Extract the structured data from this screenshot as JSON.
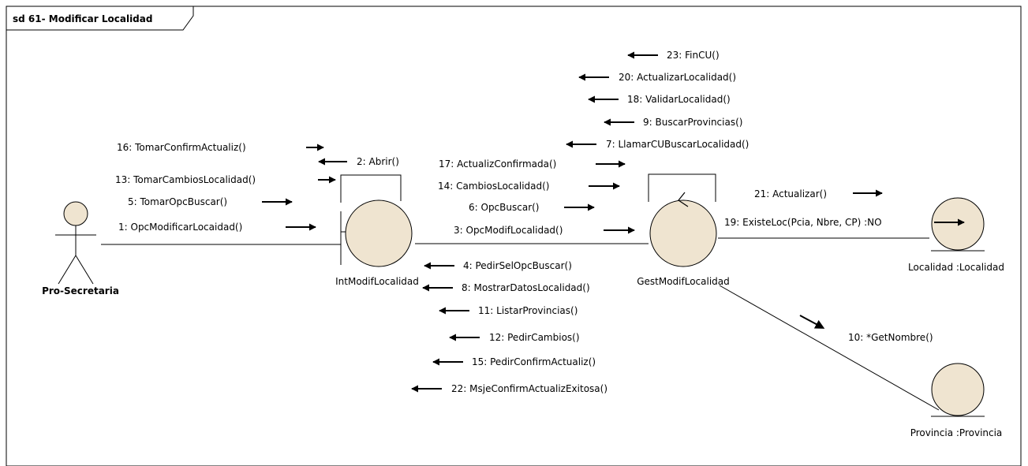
{
  "diagram": {
    "title": "sd 61- Modificar Localidad",
    "colors": {
      "fill": "#efe4d0",
      "stroke": "#000000",
      "background": "#ffffff"
    },
    "participants": [
      {
        "id": "actor",
        "kind": "actor",
        "label": "Pro-Secretaria"
      },
      {
        "id": "intmodif",
        "kind": "boundary",
        "label": "IntModifLocalidad"
      },
      {
        "id": "gestmodif",
        "kind": "control",
        "label": "GestModifLocalidad"
      },
      {
        "id": "localidad",
        "kind": "entity",
        "label": "Localidad :Localidad"
      },
      {
        "id": "provincia",
        "kind": "entity",
        "label": "Provincia :Provincia"
      }
    ],
    "messages": [
      {
        "text": "16: TomarConfirmActualiz()",
        "direction": "right"
      },
      {
        "text": "13: TomarCambiosLocalidad()",
        "direction": "right"
      },
      {
        "text": "5: TomarOpcBuscar()",
        "direction": "right"
      },
      {
        "text": "1: OpcModificarLocaidad()",
        "direction": "right"
      },
      {
        "text": "2: Abrir()",
        "direction": "left"
      },
      {
        "text": "23: FinCU()",
        "direction": "left"
      },
      {
        "text": "20: ActualizarLocalidad()",
        "direction": "left"
      },
      {
        "text": "18: ValidarLocalidad()",
        "direction": "left"
      },
      {
        "text": "9: BuscarProvincias()",
        "direction": "left"
      },
      {
        "text": "7: LlamarCUBuscarLocalidad()",
        "direction": "left"
      },
      {
        "text": "17: ActualizConfirmada()",
        "direction": "right"
      },
      {
        "text": "14: CambiosLocalidad()",
        "direction": "right"
      },
      {
        "text": "6: OpcBuscar()",
        "direction": "right"
      },
      {
        "text": "3: OpcModifLocalidad()",
        "direction": "right"
      },
      {
        "text": "4: PedirSelOpcBuscar()",
        "direction": "left"
      },
      {
        "text": "8: MostrarDatosLocalidad()",
        "direction": "left"
      },
      {
        "text": "11: ListarProvincias()",
        "direction": "left"
      },
      {
        "text": "12: PedirCambios()",
        "direction": "left"
      },
      {
        "text": "15: PedirConfirmActualiz()",
        "direction": "left"
      },
      {
        "text": "22: MsjeConfirmActualizExitosa()",
        "direction": "left"
      },
      {
        "text": "21: Actualizar()",
        "direction": "right"
      },
      {
        "text": "19: ExisteLoc(Pcia, Nbre, CP) :NO",
        "direction": "right"
      },
      {
        "text": "10: *GetNombre()",
        "direction": "down-right"
      }
    ]
  }
}
